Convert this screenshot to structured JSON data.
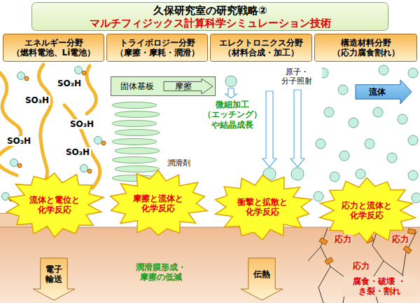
{
  "diagram": {
    "nodes": [
      {
        "text": [
          "久保研究室の研究戦略②",
          "マルチフィジックス計算科学シミュレーション技術"
        ]
      },
      {
        "text": [
          "エネルギー分野 （燃料電池、Li電池）"
        ]
      },
      {
        "text": [
          "トライボロジー分野 （摩擦・摩耗・潤滑）"
        ]
      },
      {
        "text": [
          "エレクトロニクス分野 （材料合成・加工）"
        ]
      },
      {
        "text": [
          "構造材料分野 （応力腐食割れ）"
        ]
      },
      {
        "text": [
          "固体基板"
        ]
      },
      {
        "text": [
          "摩擦"
        ],
        "in": 5
      },
      {
        "text": [
          "流体"
        ]
      },
      {
        "text": [
          "流体と電位と 化学反応"
        ]
      },
      {
        "text": [
          "摩擦と流体と 化学反応"
        ]
      },
      {
        "text": [
          "衝撃と拡散と 化学反応"
        ]
      },
      {
        "text": [
          "応力と流体と 化学反応"
        ]
      },
      {
        "text": [
          "電子 輸送"
        ]
      },
      {
        "text": [
          "伝熱"
        ]
      }
    ],
    "labels": [
      "SO₃H",
      "SO₃H",
      "SO₃H",
      "SO₃H",
      "SO₃H",
      "潤滑剤",
      "微細加工 （エッチング） や結晶成長",
      "原子・ 分子照射",
      "潤滑膜形成・ 摩擦の低減",
      "応力",
      "応力",
      "応力",
      "腐食・破壊 ・き裂・割れ"
    ]
  }
}
